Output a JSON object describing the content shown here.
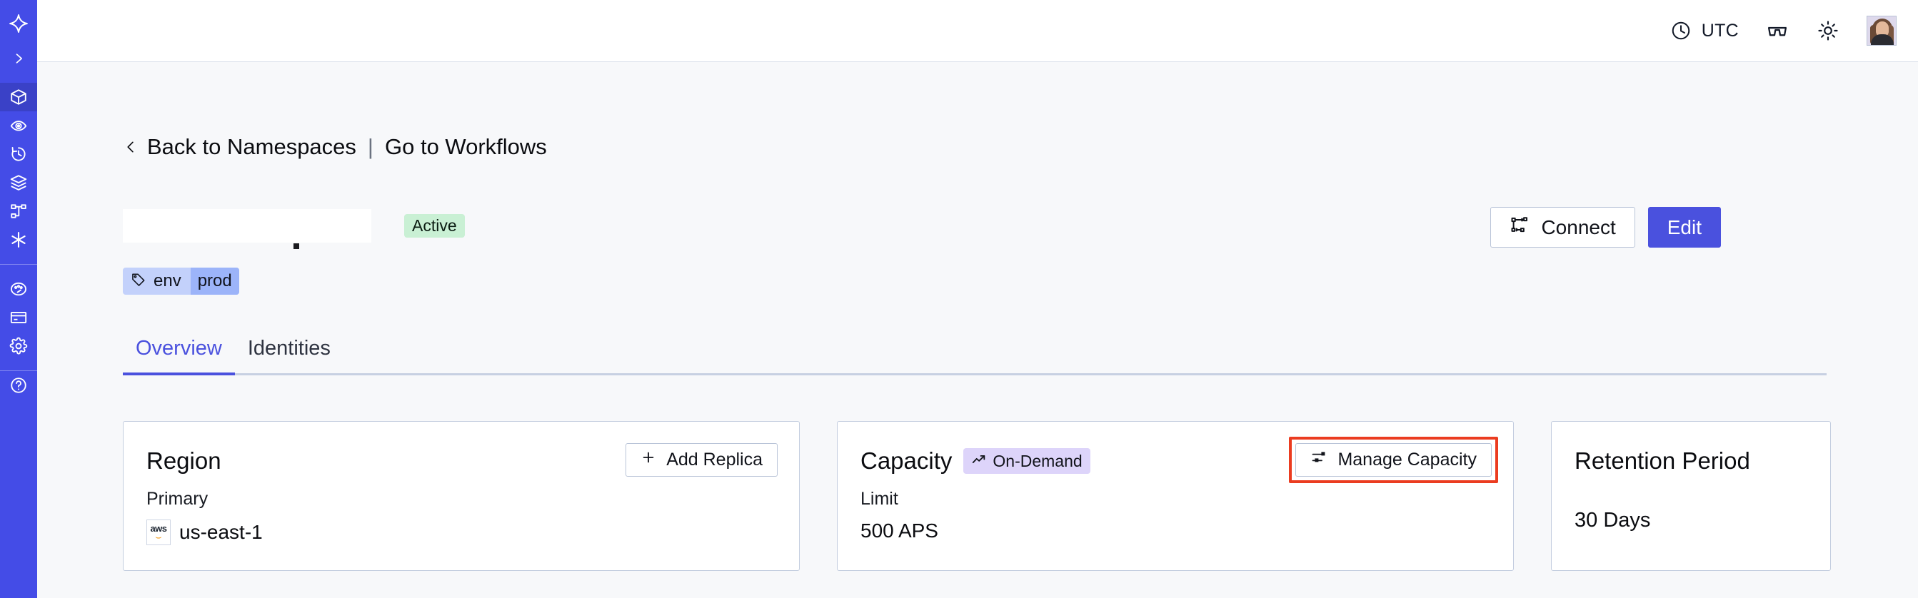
{
  "sidebar": {
    "items": [
      {
        "name": "logo",
        "icon": "temporal-logo-icon",
        "active": false
      },
      {
        "name": "collapse",
        "icon": "chevron-right-icon",
        "active": false
      },
      {
        "name": "namespaces",
        "icon": "cube-icon",
        "active": true
      },
      {
        "name": "observability",
        "icon": "eye-icon",
        "active": false
      },
      {
        "name": "schedules",
        "icon": "clock-history-icon",
        "active": false
      },
      {
        "name": "nexus",
        "icon": "layers-icon",
        "active": false
      },
      {
        "name": "workflows",
        "icon": "workflow-graph-icon",
        "active": false
      },
      {
        "name": "integrations",
        "icon": "asterisk-icon",
        "active": false
      },
      {
        "name": "usage",
        "icon": "gauge-icon",
        "active": false
      },
      {
        "name": "billing",
        "icon": "credit-card-icon",
        "active": false
      },
      {
        "name": "settings",
        "icon": "gear-icon",
        "active": false
      },
      {
        "name": "help",
        "icon": "help-circle-icon",
        "active": false
      }
    ]
  },
  "topbar": {
    "timezone_label": "UTC",
    "clock_icon": "clock-icon",
    "glasses_icon": "glasses-icon",
    "theme_icon": "sun-icon",
    "avatar_icon": "user-avatar"
  },
  "breadcrumb": {
    "back_icon": "chevron-left-icon",
    "back_label": "Back to Namespaces",
    "separator": "|",
    "forward_label": "Go to Workflows"
  },
  "header": {
    "namespace_title": "",
    "status_badge": "Active",
    "connect_label": "Connect",
    "connect_icon": "connect-flow-icon",
    "edit_label": "Edit"
  },
  "tags": [
    {
      "key": "env",
      "value": "prod",
      "icon": "tag-icon"
    }
  ],
  "tabs": [
    {
      "label": "Overview",
      "active": true
    },
    {
      "label": "Identities",
      "active": false
    }
  ],
  "cards": {
    "region": {
      "title": "Region",
      "action_label": "Add Replica",
      "action_icon": "plus-icon",
      "label": "Primary",
      "provider_icon": "aws-logo",
      "value": "us-east-1"
    },
    "capacity": {
      "title": "Capacity",
      "pill_label": "On-Demand",
      "pill_icon": "trend-up-icon",
      "action_label": "Manage Capacity",
      "action_icon": "sliders-icon",
      "action_highlighted": true,
      "label": "Limit",
      "value": "500 APS"
    },
    "retention": {
      "title": "Retention Period",
      "value": "30  Days"
    }
  },
  "colors": {
    "brand": "#444ce7",
    "accent": "#4a51de",
    "status_active_bg": "#c9f0d4",
    "pill_bg": "#ddd4fa",
    "tag_bg": "#c3d1fb",
    "tag_value_bg": "#9cb4f9",
    "highlight": "#eb3c20",
    "page_bg": "#f7f8fa",
    "card_border": "#c3cddf"
  }
}
